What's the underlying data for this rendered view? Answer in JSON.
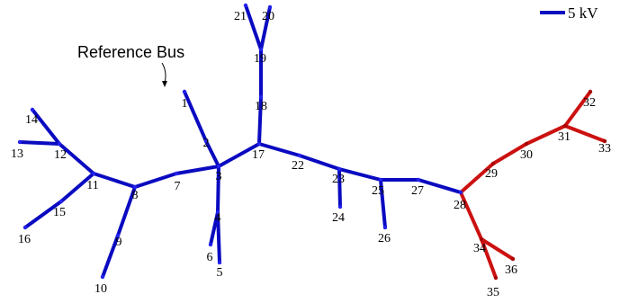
{
  "diagram": {
    "reference_label": "Reference Bus",
    "legend": {
      "label": "5 kV",
      "color": "#0a0ac0"
    },
    "colors": {
      "blue": "#0a0ac0",
      "red": "#cc1111",
      "dot_blue": "#2222ee",
      "dot_red": "#aa0000"
    },
    "buses": [
      {
        "id": "1",
        "label": "1"
      },
      {
        "id": "2",
        "label": "2"
      },
      {
        "id": "3",
        "label": "3"
      },
      {
        "id": "4",
        "label": "4"
      },
      {
        "id": "5",
        "label": "5"
      },
      {
        "id": "6",
        "label": "6"
      },
      {
        "id": "7",
        "label": "7"
      },
      {
        "id": "8",
        "label": "8"
      },
      {
        "id": "9",
        "label": "9"
      },
      {
        "id": "10",
        "label": "10"
      },
      {
        "id": "11",
        "label": "11"
      },
      {
        "id": "12",
        "label": "12"
      },
      {
        "id": "13",
        "label": "13"
      },
      {
        "id": "14",
        "label": "14"
      },
      {
        "id": "15",
        "label": "15"
      },
      {
        "id": "16",
        "label": "16"
      },
      {
        "id": "17",
        "label": "17"
      },
      {
        "id": "18",
        "label": "18"
      },
      {
        "id": "19",
        "label": "19"
      },
      {
        "id": "20",
        "label": "20"
      },
      {
        "id": "21",
        "label": "21"
      },
      {
        "id": "22",
        "label": "22"
      },
      {
        "id": "23",
        "label": "23"
      },
      {
        "id": "24",
        "label": "24"
      },
      {
        "id": "25",
        "label": "25"
      },
      {
        "id": "26",
        "label": "26"
      },
      {
        "id": "27",
        "label": "27"
      },
      {
        "id": "28",
        "label": "28"
      },
      {
        "id": "29",
        "label": "29"
      },
      {
        "id": "30",
        "label": "30"
      },
      {
        "id": "31",
        "label": "31"
      },
      {
        "id": "32",
        "label": "32"
      },
      {
        "id": "33",
        "label": "33"
      },
      {
        "id": "34",
        "label": "34"
      },
      {
        "id": "35",
        "label": "35"
      },
      {
        "id": "36",
        "label": "36"
      }
    ],
    "edges": [
      {
        "from": "1",
        "to": "2",
        "color": "blue"
      },
      {
        "from": "2",
        "to": "3",
        "color": "blue"
      },
      {
        "from": "3",
        "to": "4",
        "color": "blue"
      },
      {
        "from": "4",
        "to": "5",
        "color": "blue"
      },
      {
        "from": "4",
        "to": "6",
        "color": "blue"
      },
      {
        "from": "3",
        "to": "7",
        "color": "blue"
      },
      {
        "from": "7",
        "to": "8",
        "color": "blue"
      },
      {
        "from": "8",
        "to": "9",
        "color": "blue"
      },
      {
        "from": "9",
        "to": "10",
        "color": "blue"
      },
      {
        "from": "8",
        "to": "11",
        "color": "blue"
      },
      {
        "from": "11",
        "to": "12",
        "color": "blue"
      },
      {
        "from": "12",
        "to": "13",
        "color": "blue"
      },
      {
        "from": "12",
        "to": "14",
        "color": "blue"
      },
      {
        "from": "11",
        "to": "15",
        "color": "blue"
      },
      {
        "from": "15",
        "to": "16",
        "color": "blue"
      },
      {
        "from": "3",
        "to": "17",
        "color": "blue"
      },
      {
        "from": "17",
        "to": "18",
        "color": "blue"
      },
      {
        "from": "18",
        "to": "19",
        "color": "blue"
      },
      {
        "from": "19",
        "to": "20",
        "color": "blue"
      },
      {
        "from": "19",
        "to": "21",
        "color": "blue"
      },
      {
        "from": "17",
        "to": "22",
        "color": "blue"
      },
      {
        "from": "22",
        "to": "23",
        "color": "blue"
      },
      {
        "from": "23",
        "to": "24",
        "color": "blue"
      },
      {
        "from": "23",
        "to": "25",
        "color": "blue"
      },
      {
        "from": "25",
        "to": "26",
        "color": "blue"
      },
      {
        "from": "25",
        "to": "27",
        "color": "blue"
      },
      {
        "from": "27",
        "to": "28",
        "color": "blue"
      },
      {
        "from": "28",
        "to": "29",
        "color": "red"
      },
      {
        "from": "29",
        "to": "30",
        "color": "red"
      },
      {
        "from": "30",
        "to": "31",
        "color": "red"
      },
      {
        "from": "31",
        "to": "32",
        "color": "red"
      },
      {
        "from": "31",
        "to": "33",
        "color": "red"
      },
      {
        "from": "28",
        "to": "34",
        "color": "red"
      },
      {
        "from": "34",
        "to": "35",
        "color": "red"
      },
      {
        "from": "34",
        "to": "36",
        "color": "red"
      }
    ]
  }
}
